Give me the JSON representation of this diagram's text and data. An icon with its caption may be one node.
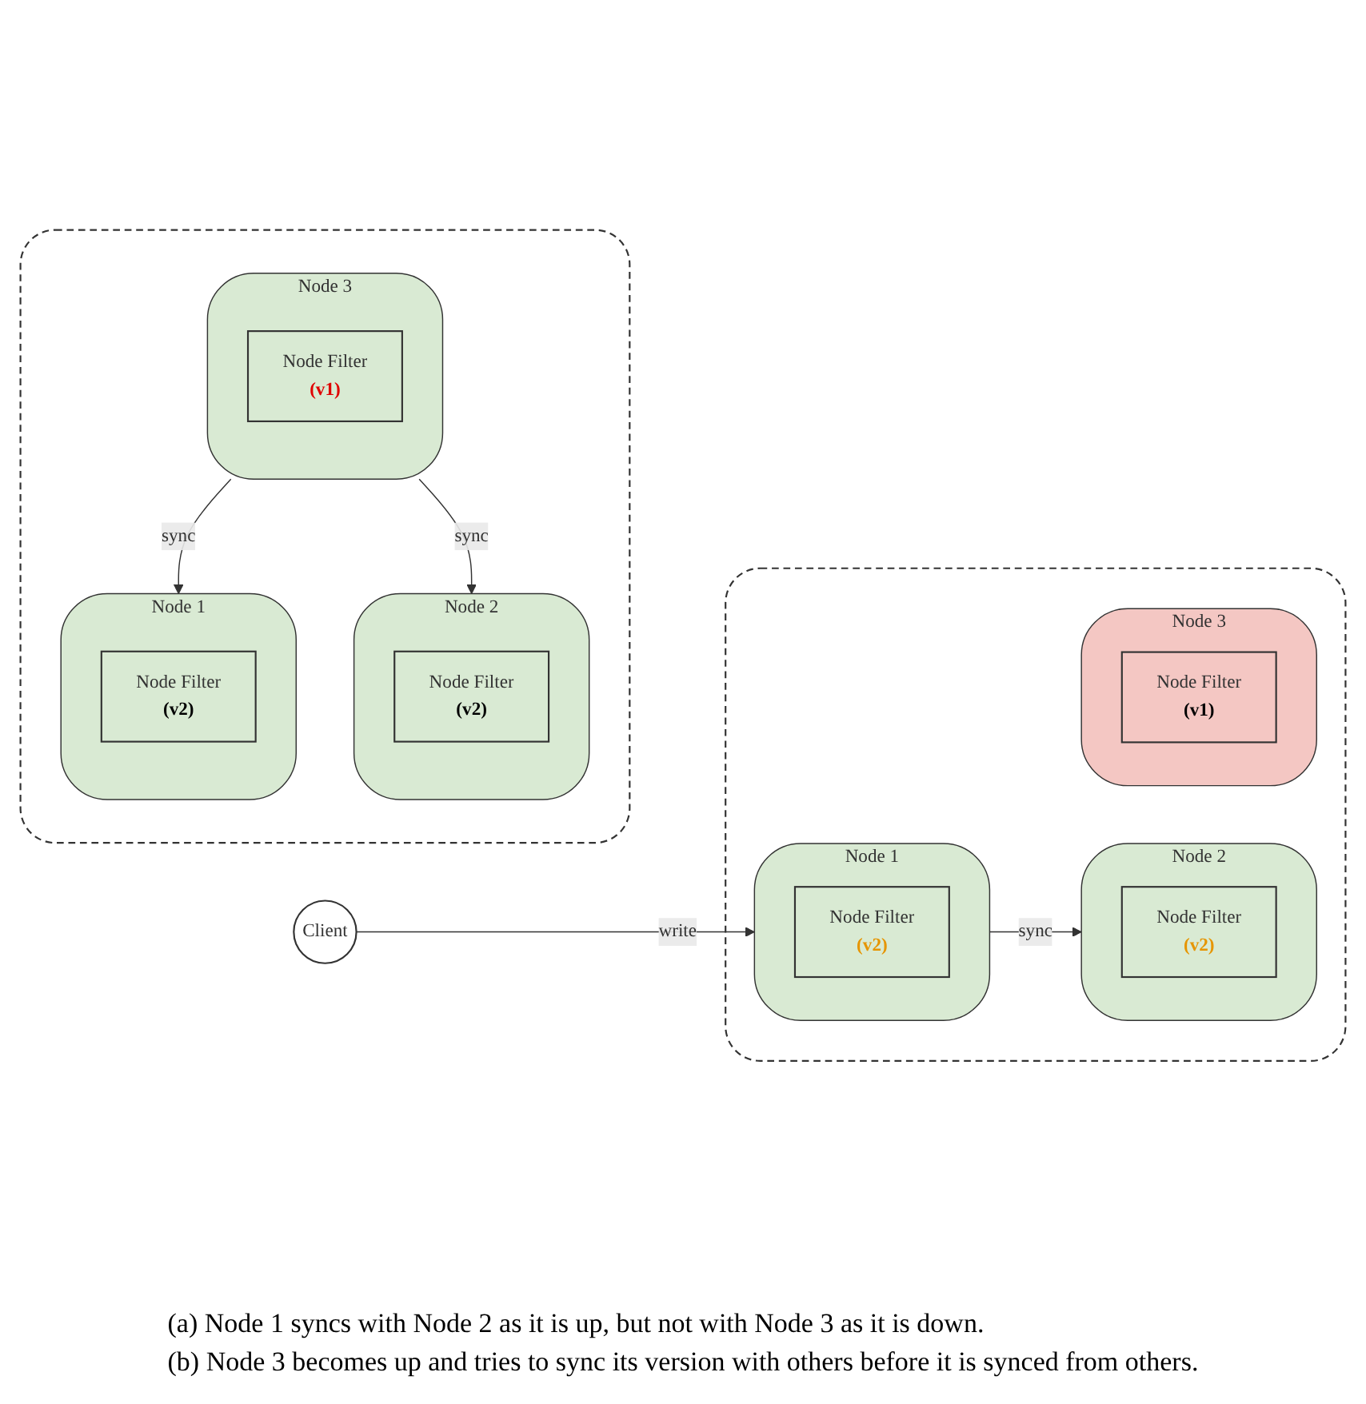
{
  "diagram": {
    "nodes": [
      {
        "text": [
          "Client"
        ]
      },
      {
        "text": [],
        "shape": "box"
      },
      {
        "text": [
          "Node 1"
        ],
        "in": 1
      },
      {
        "text": [
          "Node Filter",
          "(v2)"
        ],
        "in": 2
      },
      {
        "text": [
          "Node 2"
        ],
        "in": 1
      },
      {
        "text": [
          "Node Filter",
          "(v2)"
        ],
        "in": 4
      },
      {
        "text": [
          "Node 3"
        ],
        "in": 1
      },
      {
        "text": [
          "Node Filter",
          "(v1)"
        ],
        "in": 6
      },
      {
        "text": [],
        "shape": "box"
      },
      {
        "text": [
          "Node 1"
        ],
        "in": 8
      },
      {
        "text": [
          "Node Filter",
          "(v2)"
        ],
        "in": 9
      },
      {
        "text": [
          "Node 2"
        ],
        "in": 8
      },
      {
        "text": [
          "Node Filter",
          "(v2)"
        ],
        "in": 11
      },
      {
        "text": [
          "Node 3"
        ],
        "in": 8
      },
      {
        "text": [
          "Node Filter",
          "(v1)"
        ],
        "in": 13
      }
    ],
    "edges": [
      {
        "from": 0,
        "to": 2,
        "arrow": "to",
        "label": "write"
      },
      {
        "from": 2,
        "to": 4,
        "arrow": "to",
        "label": "sync"
      },
      {
        "from": 13,
        "to": 9,
        "arrow": "to",
        "label": "sync"
      },
      {
        "from": 13,
        "to": 11,
        "arrow": "to",
        "label": "sync"
      }
    ],
    "labels": [
      "(a)  Node 1 syncs with Node 2 as it is up, but not with Node 3 as it is down.",
      "(b)  Node 3 becomes up and tries to sync its version with others before it is synced from others."
    ]
  }
}
